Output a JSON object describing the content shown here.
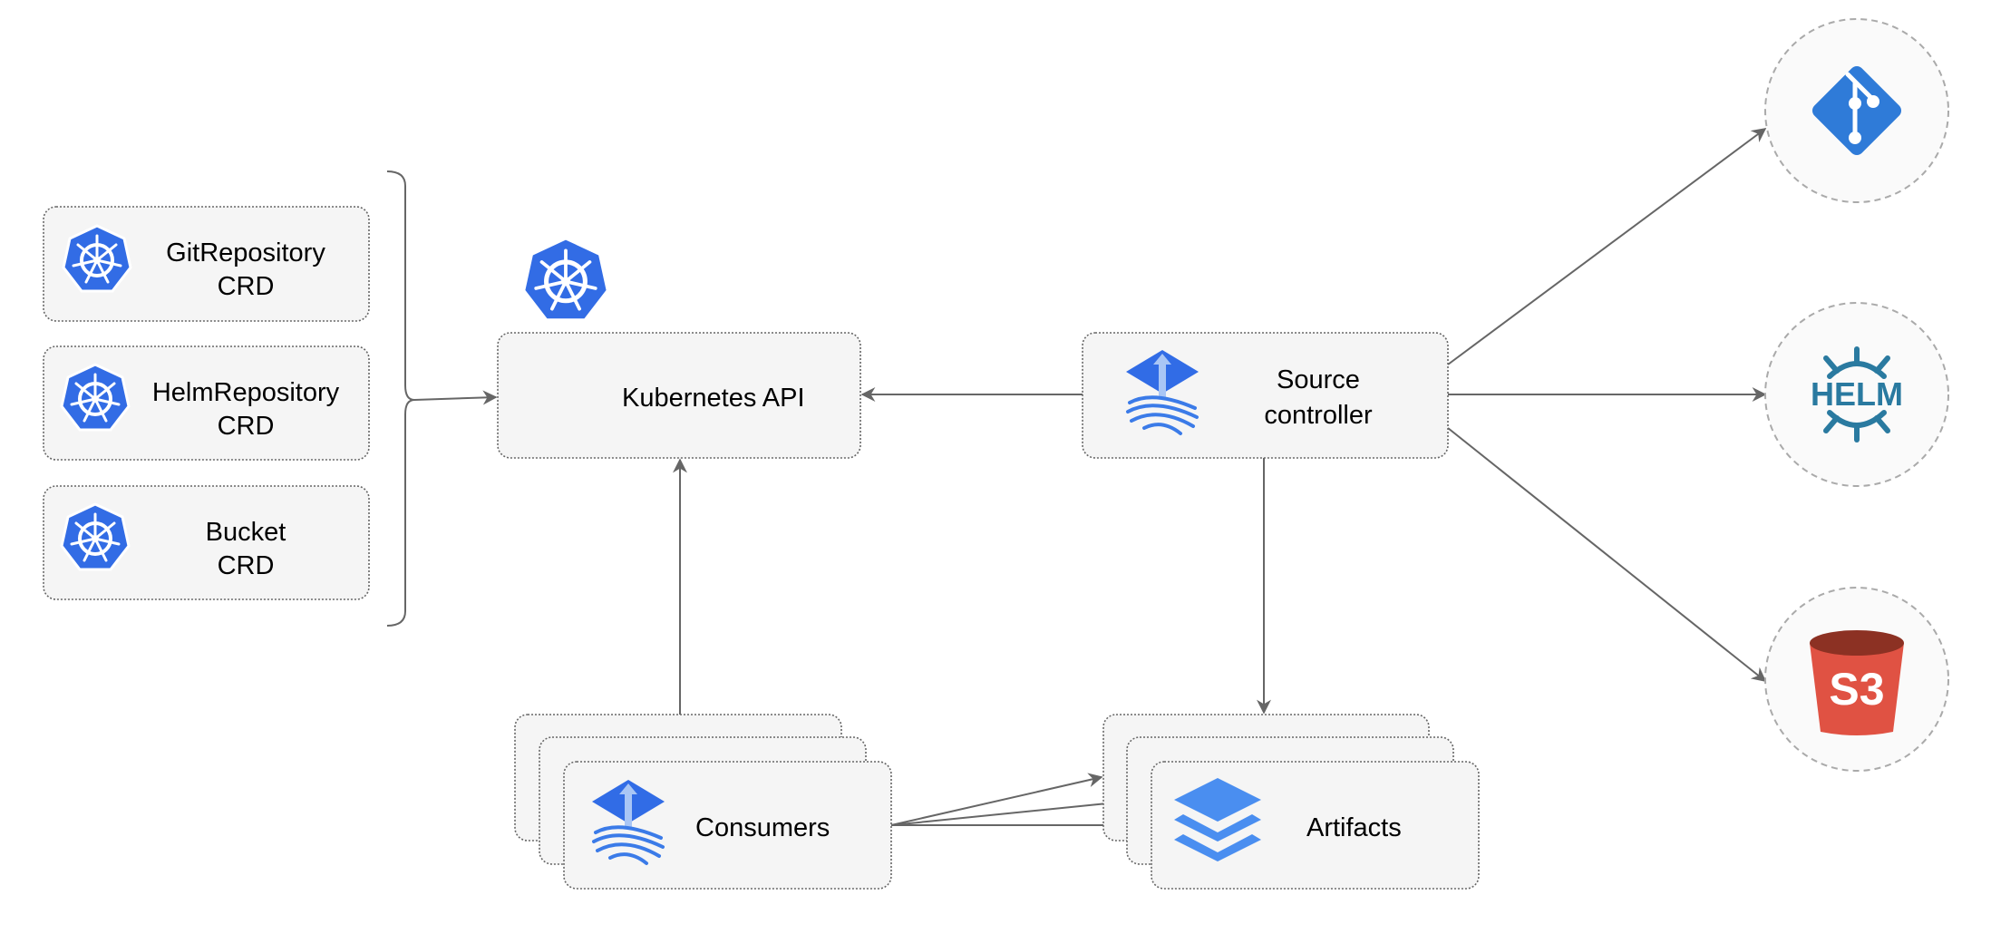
{
  "crds": [
    {
      "line1": "GitRepository",
      "line2": "CRD"
    },
    {
      "line1": "HelmRepository",
      "line2": "CRD"
    },
    {
      "line1": "Bucket",
      "line2": "CRD"
    }
  ],
  "kubernetes_api": {
    "label": "Kubernetes API"
  },
  "source_controller": {
    "line1": "Source",
    "line2": "controller"
  },
  "consumers": {
    "label": "Consumers"
  },
  "artifacts": {
    "label": "Artifacts"
  },
  "sources": [
    {
      "icon": "git-icon"
    },
    {
      "icon": "helm-icon",
      "logo_text": "HELM"
    },
    {
      "icon": "s3-bucket-icon",
      "logo_text": "S3"
    }
  ],
  "colors": {
    "kubernetes_blue": "#326ce5",
    "flux_blue": "#3b7be8",
    "git_blue": "#2f7bd8",
    "helm_teal": "#2a7aa0",
    "s3_red": "#e05243",
    "s3_dark": "#8c3123",
    "edge": "#666666",
    "box_fill": "#f5f5f5"
  }
}
